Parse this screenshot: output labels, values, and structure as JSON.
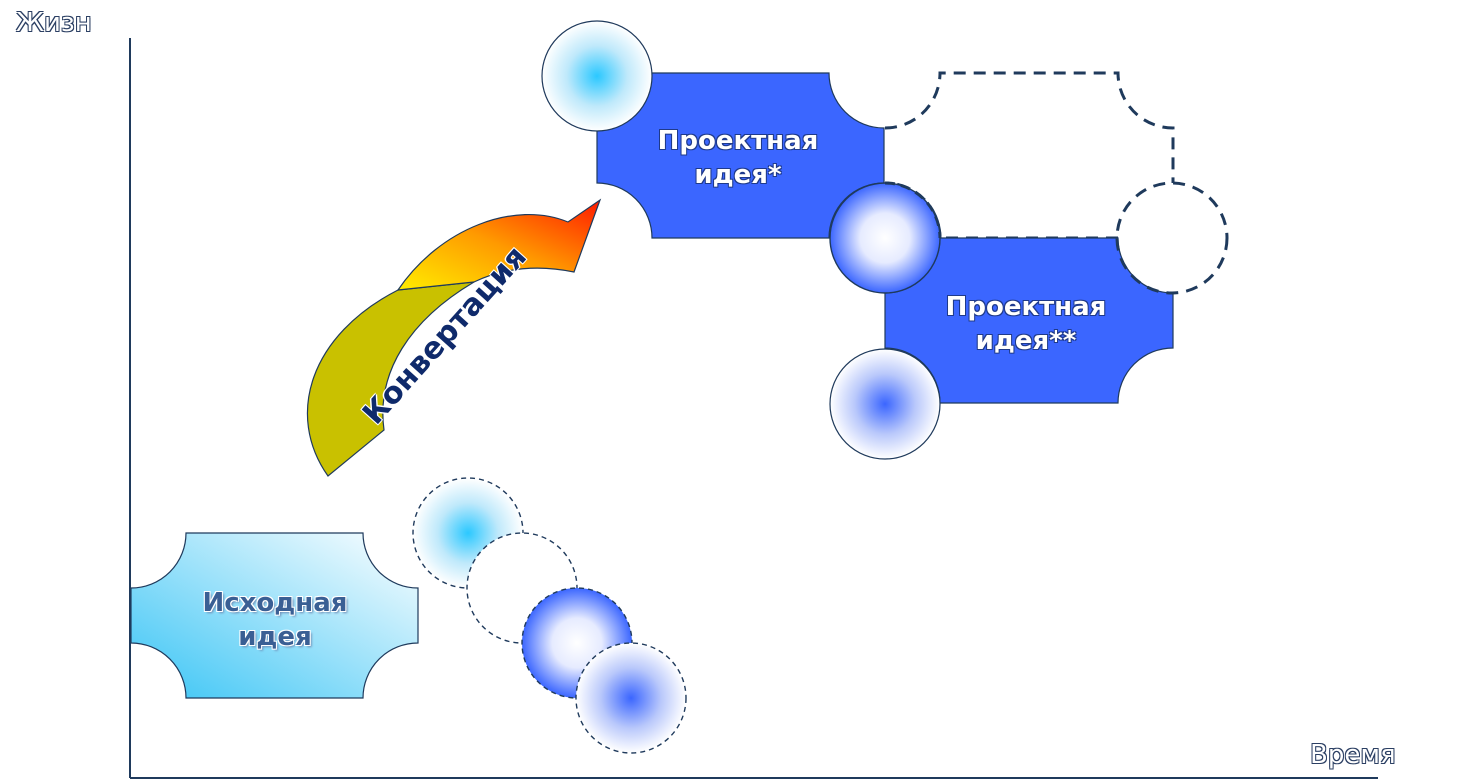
{
  "axes": {
    "y_label": "Жизн",
    "x_label": "Время"
  },
  "nodes": {
    "source": {
      "line1": "Исходная",
      "line2": "идея"
    },
    "project1": {
      "line1": "Проектная",
      "line2": "идея*"
    },
    "project2": {
      "line1": "Проектная",
      "line2": "идея**"
    }
  },
  "arrow": {
    "label": "Конвертация"
  },
  "colors": {
    "axis": "#1f3a5c",
    "project_fill": "#3b66ff",
    "project_stroke": "#1f3a5c",
    "dashed": "#1f3a5c",
    "source_light": "#ffffff",
    "source_dark": "#38c4f5"
  }
}
